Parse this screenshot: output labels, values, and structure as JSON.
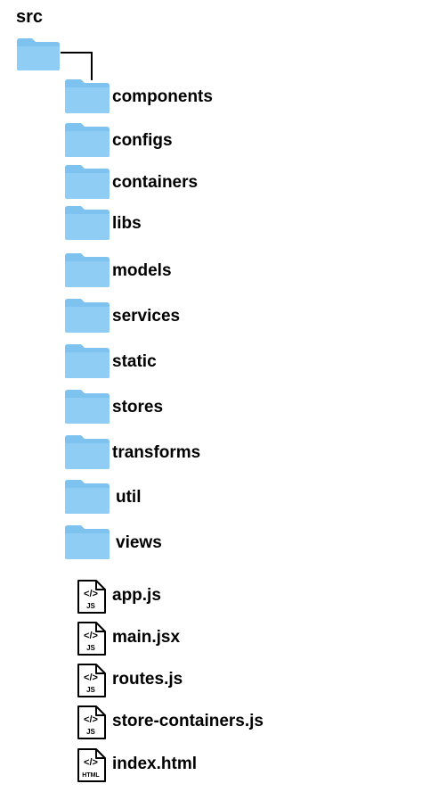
{
  "root": {
    "label": "src",
    "icon": "folder-icon"
  },
  "folders": [
    {
      "label": "components",
      "icon": "folder-icon"
    },
    {
      "label": "configs",
      "icon": "folder-icon"
    },
    {
      "label": "containers",
      "icon": "folder-icon"
    },
    {
      "label": "libs",
      "icon": "folder-icon"
    },
    {
      "label": "models",
      "icon": "folder-icon"
    },
    {
      "label": "services",
      "icon": "folder-icon"
    },
    {
      "label": "static",
      "icon": "folder-icon"
    },
    {
      "label": "stores",
      "icon": "folder-icon"
    },
    {
      "label": "transforms",
      "icon": "folder-icon"
    },
    {
      "label": "util",
      "icon": "folder-icon"
    },
    {
      "label": "views",
      "icon": "folder-icon"
    }
  ],
  "files": [
    {
      "label": "app.js",
      "icon": "js-file-icon",
      "badge": "JS"
    },
    {
      "label": "main.jsx",
      "icon": "js-file-icon",
      "badge": "JS"
    },
    {
      "label": "routes.js",
      "icon": "js-file-icon",
      "badge": "JS"
    },
    {
      "label": "store-containers.js",
      "icon": "js-file-icon",
      "badge": "JS"
    },
    {
      "label": "index.html",
      "icon": "html-file-icon",
      "badge": "HTML"
    }
  ],
  "colors": {
    "folder_body": "#8fcdf5",
    "folder_tab": "#7ec3ef",
    "text": "#000000"
  }
}
